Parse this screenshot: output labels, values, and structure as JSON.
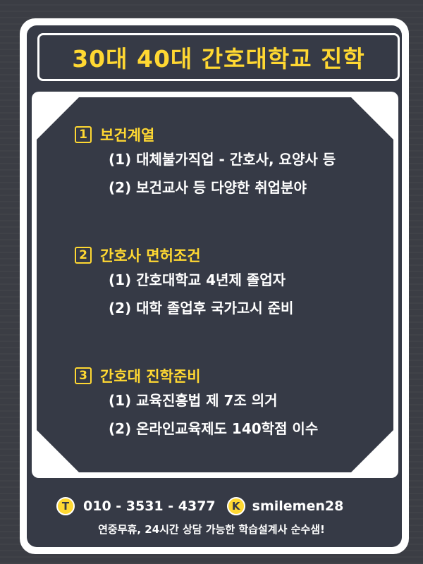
{
  "title": "30대 40대 간호대학교 진학",
  "colors": {
    "accent": "#ffd832",
    "board": "#363a46",
    "frame": "#ffffff"
  },
  "sections": [
    {
      "num": "1",
      "title": "보건계열",
      "items": [
        "(1) 대체불가직업 - 간호사, 요양사 등",
        "(2) 보건교사 등 다양한 취업분야"
      ]
    },
    {
      "num": "2",
      "title": "간호사 면허조건",
      "items": [
        "(1) 간호대학교 4년제 졸업자",
        "(2) 대학 졸업후 국가고시 준비"
      ]
    },
    {
      "num": "3",
      "title": "간호대 진학준비",
      "items": [
        "(1) 교육진흥법 제 7조 의거",
        "(2) 온라인교육제도 140학점 이수"
      ]
    }
  ],
  "footer": {
    "phone_icon_letter": "T",
    "phone": "010 - 3531 - 4377",
    "kakao_icon_letter": "K",
    "kakao_id": "smilemen28",
    "note": "연중무휴, 24시간 상담 가능한 학습설계사 순수샘!"
  }
}
